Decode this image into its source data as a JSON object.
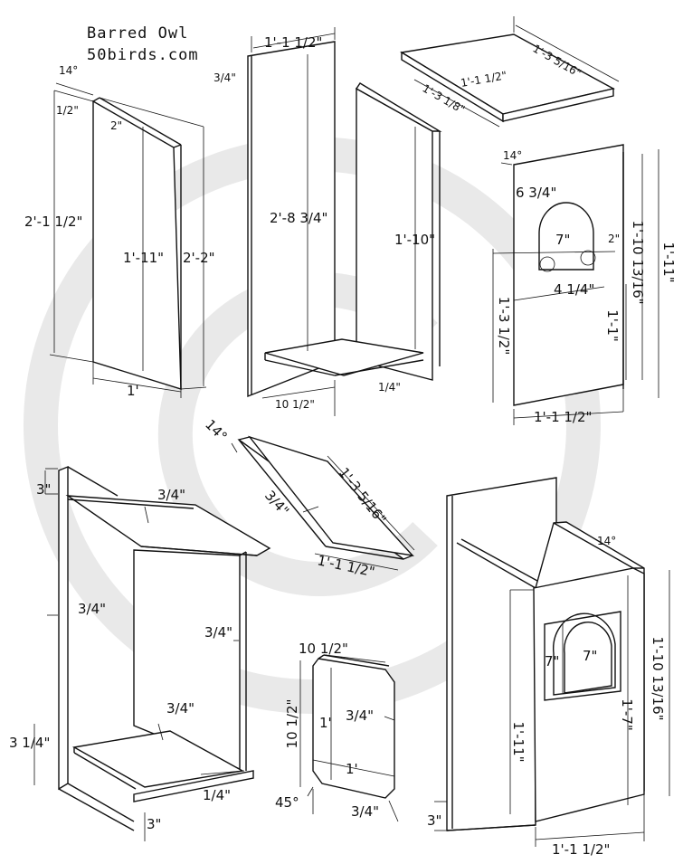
{
  "title": {
    "line1": "Barred Owl",
    "line2": "50birds.com"
  },
  "side_panel": {
    "angle": "14°",
    "offset_top": "1/2\"",
    "offset_inner": "2\"",
    "overall_height": "2'-1 1/2\"",
    "back_height": "1'-11\"",
    "front_height": "2'-2\"",
    "width": "1'"
  },
  "back_assembly": {
    "width": "1'-1 1/2\"",
    "thickness": "3/4\"",
    "back_height": "2'-8 3/4\"",
    "side_height": "1'-10\"",
    "floor_depth": "10 1/2\"",
    "floor_thickness": "1/4\""
  },
  "roof": {
    "length": "1'-3 5/16\"",
    "width": "1'-1 1/2\"",
    "depth": "1'-3 1/8\""
  },
  "front_panel": {
    "angle": "14°",
    "hole_top": "6 3/4\"",
    "hole_width": "7\"",
    "vent": "2\"",
    "vent_spacing": "4 1/4\"",
    "lower_height": "1'-3 1/2\"",
    "hole_bottom": "1'-1\"",
    "height": "1'-10 13/16\"",
    "overall_height": "1'-11\"",
    "width": "1'-1 1/2\""
  },
  "roof_detail": {
    "angle": "14°",
    "thickness": "3/4\"",
    "length": "1'-3 5/16\"",
    "width": "1'-1 1/2\""
  },
  "section_view": {
    "top_offset": "3\"",
    "roof_thickness": "3/4\"",
    "back_thickness": "3/4\"",
    "side_thickness": "3/4\"",
    "floor_thickness": "3/4\"",
    "left_offset": "3 1/4\"",
    "floor_recess": "1/4\"",
    "bottom_offset": "3\""
  },
  "floor": {
    "depth": "10 1/2\"",
    "length": "1'",
    "thickness": "3/4\"",
    "side_length": "10 1/2\"",
    "width": "1'",
    "corner_angle": "45°",
    "corner": "3/4\""
  },
  "assembled": {
    "angle": "14°",
    "hole_height": "7\"",
    "hole_width": "7\"",
    "side_height": "1'-11\"",
    "front_lower": "1'-7\"",
    "front_height": "1'-10 13/16\"",
    "bottom_offset": "3\"",
    "width": "1'-1 1/2\""
  },
  "watermark": "copyright-mark"
}
